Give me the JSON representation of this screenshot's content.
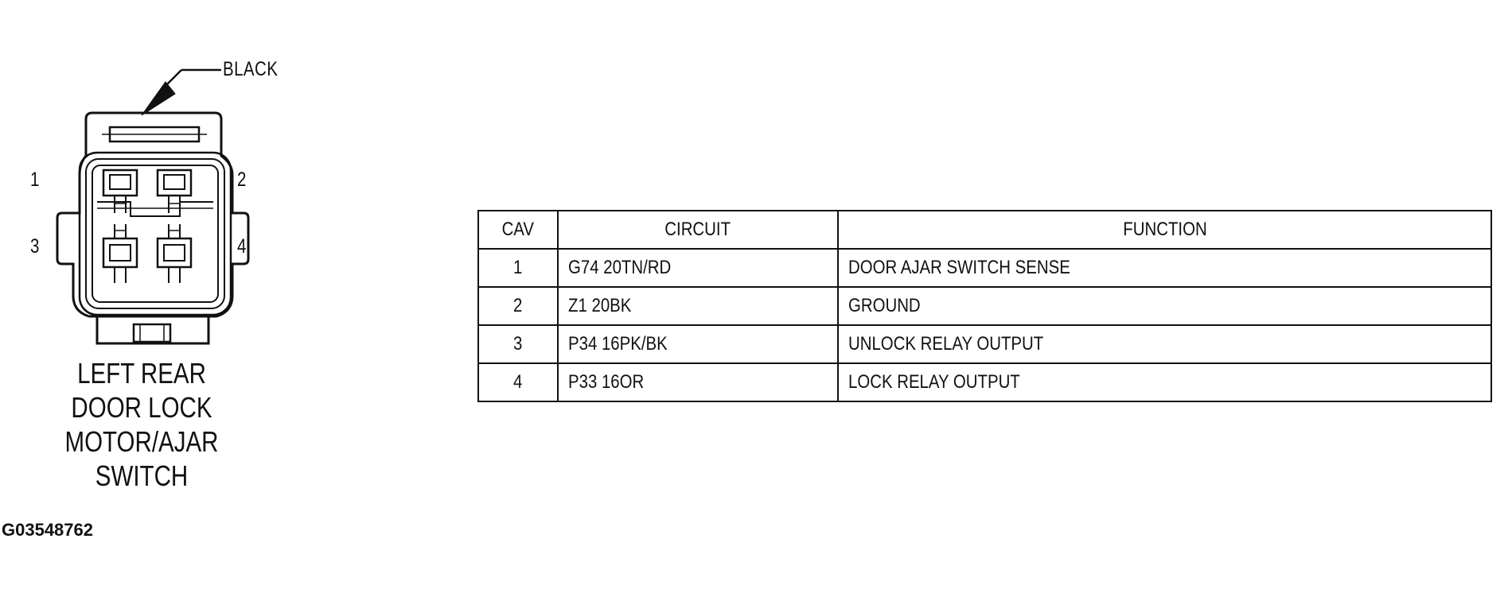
{
  "connector": {
    "color_label": "BLACK",
    "pins": [
      "1",
      "2",
      "3",
      "4"
    ],
    "name_lines": [
      "LEFT REAR",
      "DOOR LOCK",
      "MOTOR/AJAR",
      "SWITCH"
    ]
  },
  "figure_id": "G03548762",
  "table": {
    "headers": [
      "CAV",
      "CIRCUIT",
      "FUNCTION"
    ],
    "rows": [
      {
        "cav": "1",
        "circuit": "G74 20TN/RD",
        "function": "DOOR AJAR SWITCH SENSE"
      },
      {
        "cav": "2",
        "circuit": "Z1 20BK",
        "function": "GROUND"
      },
      {
        "cav": "3",
        "circuit": "P34 16PK/BK",
        "function": "UNLOCK RELAY OUTPUT"
      },
      {
        "cav": "4",
        "circuit": "P33 16OR",
        "function": "LOCK RELAY OUTPUT"
      }
    ]
  }
}
